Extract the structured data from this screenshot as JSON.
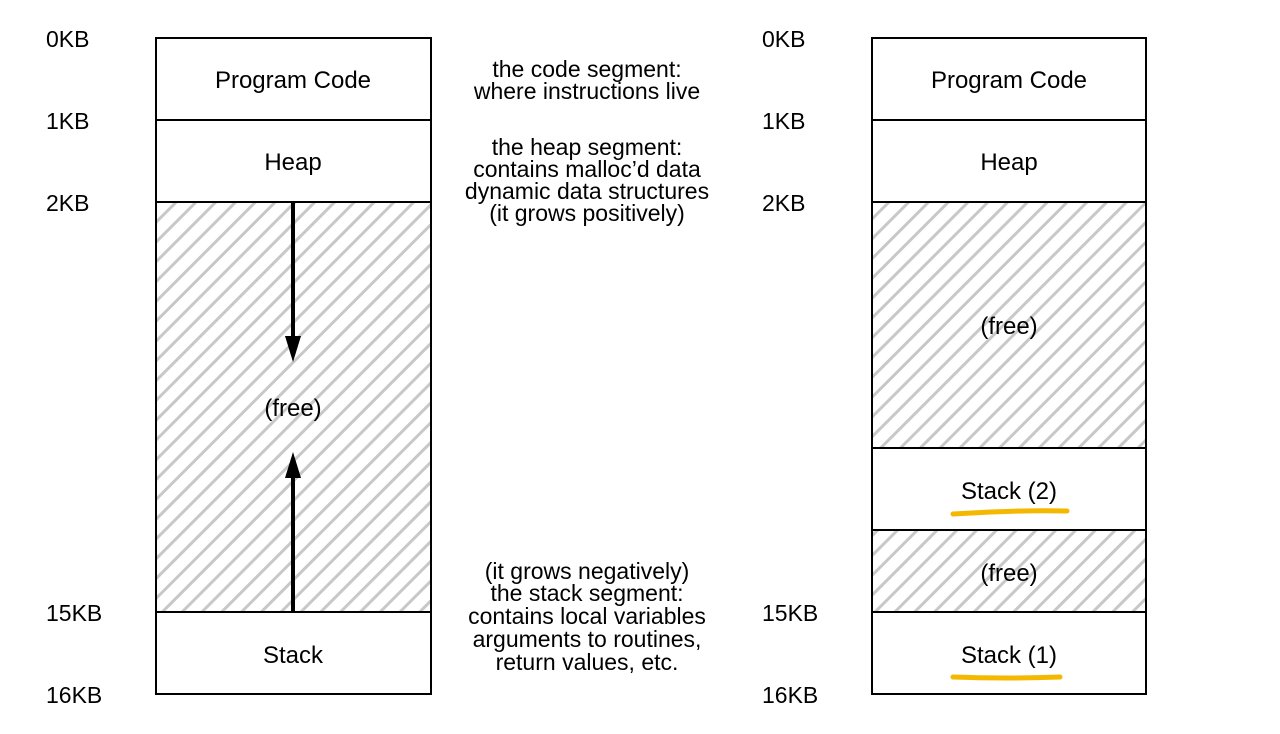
{
  "colors": {
    "highlight": "#f5b800",
    "hatch": "#c8c8c8",
    "stroke": "#000000"
  },
  "left": {
    "address_labels": [
      "0KB",
      "1KB",
      "2KB",
      "15KB",
      "16KB"
    ],
    "segments": {
      "program_code": "Program Code",
      "heap": "Heap",
      "free": "(free)",
      "stack": "Stack"
    },
    "annotations": {
      "code": [
        "the code segment:",
        "where instructions live"
      ],
      "heap": [
        "the heap segment:",
        "contains malloc’d data",
        "dynamic data structures",
        "(it grows positively)"
      ],
      "stack": [
        "(it grows negatively)",
        "the stack segment:",
        "contains local variables",
        "arguments to routines,",
        "return values, etc."
      ]
    }
  },
  "right": {
    "address_labels": [
      "0KB",
      "1KB",
      "2KB",
      "15KB",
      "16KB"
    ],
    "segments": {
      "program_code": "Program Code",
      "heap": "Heap",
      "free_top": "(free)",
      "stack2": "Stack (2)",
      "free_bottom": "(free)",
      "stack1": "Stack (1)"
    }
  }
}
